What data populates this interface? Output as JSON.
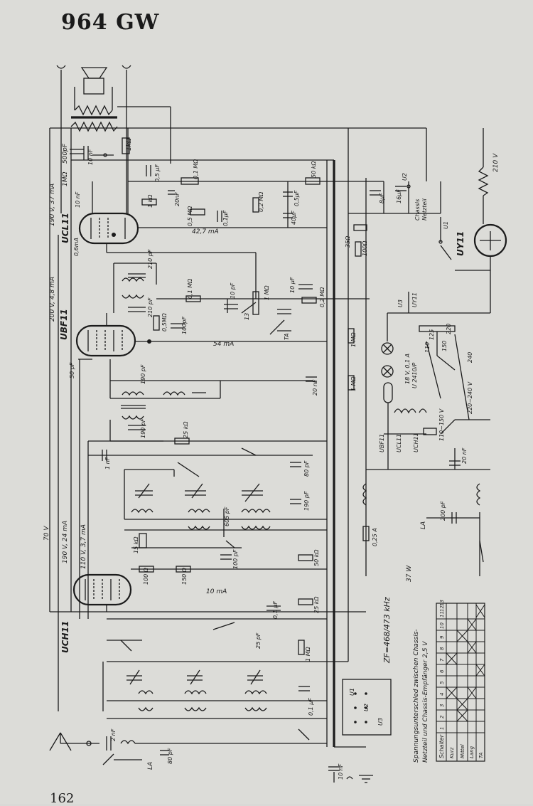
{
  "title": "964 GW",
  "page_number": "162",
  "tubes": {
    "ucl11": "UCL11",
    "ubf11": "UBF11",
    "uch11": "UCH11",
    "uy11": "UY11"
  },
  "labels": {
    "cap_500pf": "500pF",
    "res_1kohm_top": "1kΩ",
    "cap_10nf_a": "10 nF",
    "res_1mohm_a": "1MΩ",
    "v_190_37": "190 V, 37 mA",
    "cap_10nf_b": "10 nF",
    "cap_05uf": "0,5 µF",
    "res_01mohm_a": "0,1 MΩ",
    "cap_20nf": "20nF",
    "res_1kohm_b": "1 kΩ",
    "res_05mohm_a": "0,5 MΩ",
    "cap_01uf_a": "0,1µF",
    "res_02mohm_a": "0,2 MΩ",
    "ma_427": "42,7 mA",
    "cap_40uf": "40µF",
    "cap_05uf_b": "0,5µF",
    "res_50kohm_a": "50 kΩ",
    "cap_8uf": "8µF",
    "cap_16uf": "16µF",
    "u2": "U2",
    "chassis": "Chassis",
    "netzteil": "Netzteil",
    "u1": "U1",
    "v_210": "210 V",
    "ma_06": "0,6mA",
    "res_35ohm": "35Ω",
    "res_100ohm": "100Ω",
    "cap_210pf_a": "210 pF",
    "v_200_48": "200 V, 4,8 mA",
    "res_01mohm_b": "0,1 MΩ",
    "cap_10pf": "10 pF",
    "pot_1mohm": "1 MΩ",
    "cap_10uf": "10 µF",
    "res_02mohm_b": "0,2 MΩ",
    "cap_210pf_b": "210 pF",
    "res_05mohm_b": "0,5MΩ",
    "cap_100pf": "100pF",
    "ma_54": "54 mA",
    "sw13": "13",
    "ta": "TA",
    "res_1mohm_b": "1 MΩ",
    "u3": "U3",
    "uy11_b": "UY11",
    "lamp": "18 V, 0,1 A",
    "u2410p": "U 2410/P",
    "tap_110": "110",
    "tap_125": "125",
    "tap_150": "150",
    "tap_220": "220",
    "tap_240": "240",
    "range_220_240": "220~240 V",
    "range_110_150": "110~150 V",
    "cap_50pf": "50 pF",
    "cap_190pf_a": "190 pF",
    "cap_20nf_b": "20 nF",
    "res_1mohm_c": "1 MΩ",
    "cap_190pf_b": "190 pF",
    "res_25kohm_a": "25 kΩ",
    "heater_ubf11": "UBF11",
    "heater_ucl11": "UCL11",
    "heater_uch11": "UCH11",
    "cap_1nf": "1 nF",
    "cap_20nf_c": "20 nF",
    "cap_80pf": "80 pF",
    "cap_190pf_c": "190 pF",
    "v_70": "70 V",
    "v_190_24": "190 V, 24 mA",
    "v_110_37": "110 V, 3,7 mA",
    "cap_605pf": "605 pF",
    "res_15kohm": "15 kΩ",
    "cap_100pf_b": "100 pF",
    "res_50kohm_b": "50 kΩ",
    "fuse": "0,25 A",
    "cap_200pf": "200 pF",
    "la": "LA",
    "res_100ohm_b": "100 Ω",
    "res_150ohm": "150 Ω",
    "ma_10": "10 mA",
    "power_37w": "37 W",
    "cap_01uf_b": "0,1 µF",
    "res_25kohm_b": "25 kΩ",
    "zf": "ZF=468/473 kHz",
    "cap_25pf": "25 pF",
    "res_1mohm_d": "1 MΩ",
    "cap_01uf_c": "0,1 µF",
    "cap_2nf": "2 nF",
    "la_b": "LA",
    "cap_80pf_b": "80 pF",
    "cap_10nf_c": "10 nF",
    "note_line1": "Spannungsunterschied zwischen Chassis-",
    "note_line2": "Netzteil und Chassis-Empfänger 2,5 V",
    "sock_u1": "U1",
    "sock_u2": "U2",
    "sock_u3": "U3"
  },
  "switch_table": {
    "header": [
      "Schalter",
      "1",
      "2",
      "3",
      "4",
      "5",
      "6",
      "7",
      "8",
      "9",
      "10",
      "11",
      "12",
      "13"
    ],
    "rows": [
      "Kurz",
      "Mittel",
      "Lang",
      "TA"
    ]
  }
}
